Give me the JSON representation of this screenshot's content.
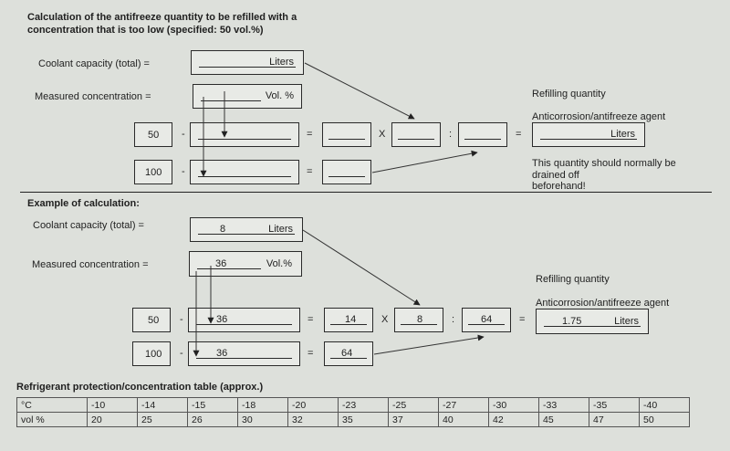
{
  "top": {
    "title_line1": "Calculation of the antifreeze quantity to be refilled with a",
    "title_line2": "concentration that is too low (specified: 50 vol.%)",
    "coolant_label": "Coolant capacity (total) =",
    "coolant_unit": "Liters",
    "measured_label": "Measured concentration =",
    "measured_unit": "Vol. %",
    "specified_value": "50",
    "hundred_value": "100",
    "minus": "-",
    "equals": "=",
    "times": "X",
    "divide": ":",
    "refilling_label": "Refilling quantity",
    "agent_label": "Anticorrosion/antifreeze agent",
    "result_unit": "Liters",
    "note_line1": "This quantity should normally be",
    "note_line2": "drained off",
    "note_line3": "beforehand!"
  },
  "example": {
    "title": "Example of calculation:",
    "coolant_label": "Coolant capacity (total) =",
    "coolant_value": "8",
    "coolant_unit": "Liters",
    "measured_label": "Measured concentration =",
    "measured_value": "36",
    "measured_unit": "Vol.%",
    "specified_value": "50",
    "row1_measured": "36",
    "diff1": "14",
    "capacity": "8",
    "diff2": "64",
    "hundred_value": "100",
    "row2_measured": "36",
    "minus": "-",
    "equals": "=",
    "times": "X",
    "divide": ":",
    "refilling_label": "Refilling quantity",
    "agent_label": "Anticorrosion/antifreeze agent",
    "result_value": "1.75",
    "result_unit": "Liters"
  },
  "table": {
    "title": "Refrigerant protection/concentration table (approx.)",
    "row1_header": "°C",
    "row2_header": "vol %",
    "temps": [
      "-10",
      "-14",
      "-15",
      "-18",
      "-20",
      "-23",
      "-25",
      "-27",
      "-30",
      "-33",
      "-35",
      "-40"
    ],
    "vols": [
      "20",
      "25",
      "26",
      "30",
      "32",
      "35",
      "37",
      "40",
      "42",
      "45",
      "47",
      "50"
    ]
  }
}
